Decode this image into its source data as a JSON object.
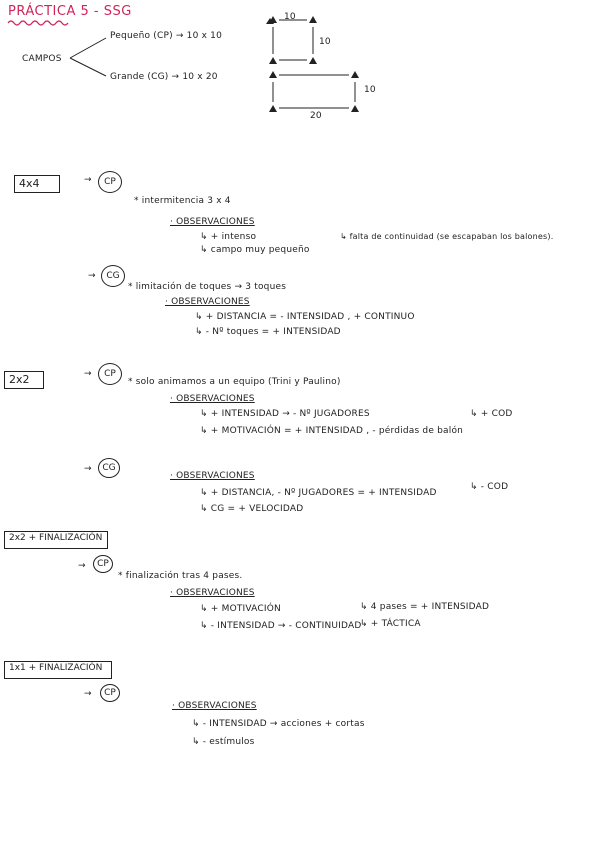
{
  "header": {
    "title": "PRÁCTICA 5 - SSG",
    "root": "CAMPOS",
    "field_small": "Pequeño (CP) → 10 x 10",
    "field_large": "Grande (CG) → 10 x 20"
  },
  "diagram": {
    "small_top": "10",
    "small_side": "10",
    "large_side": "10",
    "large_bottom": "20"
  },
  "s1": {
    "label": "4x4",
    "cp": {
      "circle": "CP",
      "note": "* intermitencia 3 x 4",
      "obs": "· OBSERVACIONES",
      "l1": "↳ + intenso",
      "l2": "↳ campo muy pequeño",
      "side": "↳ falta de continuidad (se escapaban los balones)."
    },
    "cg": {
      "circle": "CG",
      "note": "* limitación de toques → 3 toques",
      "obs": "· OBSERVACIONES",
      "l1": "↳ + DISTANCIA = - INTENSIDAD , + CONTINUO",
      "l2": "↳ - Nº toques = + INTENSIDAD"
    }
  },
  "s2": {
    "label": "2x2",
    "cp": {
      "circle": "CP",
      "note": "* solo animamos a un equipo (Trini y Paulino)",
      "obs": "· OBSERVACIONES",
      "l1": "↳ + INTENSIDAD → - Nº JUGADORES",
      "l2": "↳ + MOTIVACIÓN = + INTENSIDAD , - pérdidas de balón",
      "side": "↳ + COD"
    },
    "cg": {
      "circle": "CG",
      "obs": "· OBSERVACIONES",
      "l1": "↳ + DISTANCIA, - Nº JUGADORES = + INTENSIDAD",
      "l2": "↳ CG = + VELOCIDAD",
      "side": "↳ - COD"
    }
  },
  "s3": {
    "label": "2x2 + FINALIZACIÓN",
    "cp": {
      "circle": "CP",
      "note": "* finalización tras 4 pases.",
      "obs": "· OBSERVACIONES",
      "l1": "↳ + MOTIVACIÓN",
      "l2": "↳ - INTENSIDAD → - CONTINUIDAD",
      "side1": "↳ 4 pases = + INTENSIDAD",
      "side2": "↳ + TÁCTICA"
    }
  },
  "s4": {
    "label": "1x1 + FINALIZACIÓN",
    "cp": {
      "circle": "CP",
      "obs": "· OBSERVACIONES",
      "l1": "↳ - INTENSIDAD → acciones + cortas",
      "l2": "↳ - estímulos"
    }
  }
}
